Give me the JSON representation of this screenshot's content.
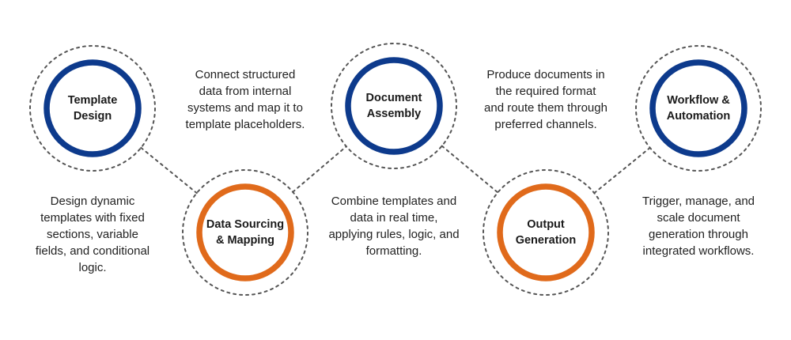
{
  "colors": {
    "blue": "#0d3a8c",
    "orange": "#e06a1b",
    "dots": "#555555"
  },
  "steps": [
    {
      "title_line1": "Template",
      "title_line2": "Design",
      "ring_color": "blue",
      "desc_lines": [
        "Design dynamic",
        "templates with fixed",
        "sections, variable",
        "fields, and conditional",
        "logic."
      ]
    },
    {
      "title_line1": "Data Sourcing",
      "title_line2": "& Mapping",
      "ring_color": "orange",
      "desc_lines": [
        "Connect structured",
        "data from internal",
        "systems and map it to",
        "template placeholders."
      ]
    },
    {
      "title_line1": "Document",
      "title_line2": "Assembly",
      "ring_color": "blue",
      "desc_lines": [
        "Combine templates and",
        "data in real time,",
        "applying rules, logic, and",
        "formatting."
      ]
    },
    {
      "title_line1": "Output",
      "title_line2": "Generation",
      "ring_color": "orange",
      "desc_lines": [
        "Produce documents in",
        "the required format",
        "and route them through",
        "preferred channels."
      ]
    },
    {
      "title_line1": "Workflow &",
      "title_line2": "Automation",
      "ring_color": "blue",
      "desc_lines": [
        "Trigger, manage, and",
        "scale document",
        "generation through",
        "integrated workflows."
      ]
    }
  ]
}
